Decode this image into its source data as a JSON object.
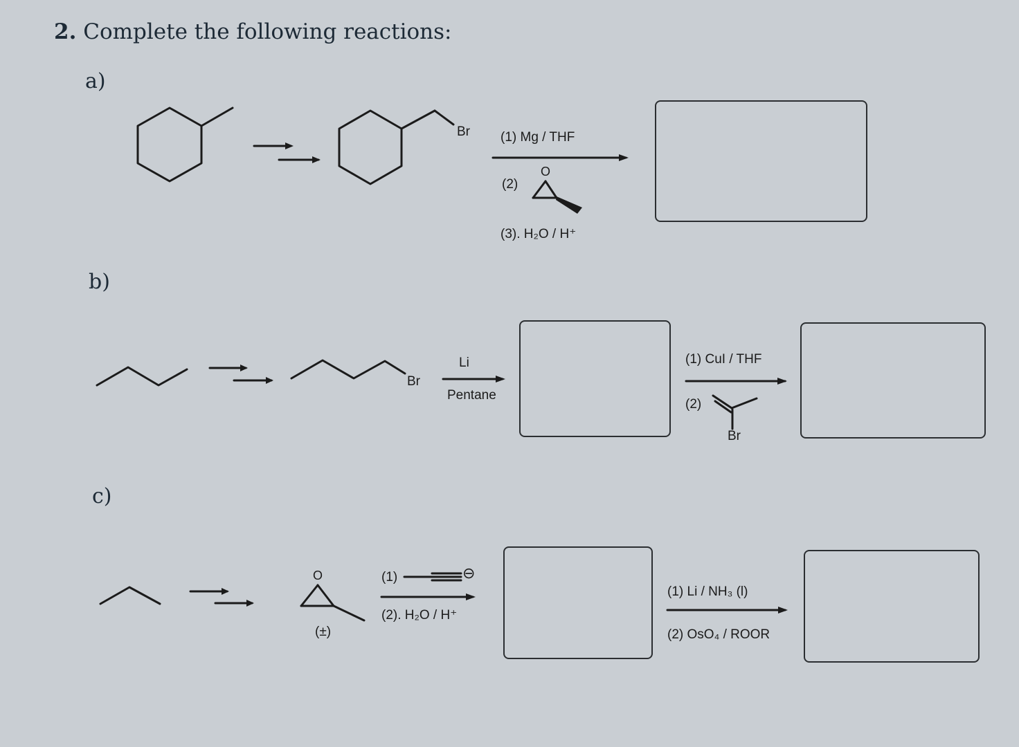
{
  "question": {
    "number": "2.",
    "title": "Complete the following reactions:"
  },
  "part_a": {
    "label": "a)",
    "product_label": "Br",
    "reagents": [
      "(1) Mg / THF",
      "(2)",
      "(3). H₂O / H⁺"
    ],
    "epoxide_atom": "O"
  },
  "part_b": {
    "label": "b)",
    "product_label": "Br",
    "reagent1_top": "Li",
    "reagent1_bottom": "Pentane",
    "reagents2": [
      "(1) CuI / THF",
      "(2)"
    ],
    "reagent2_br": "Br"
  },
  "part_c": {
    "label": "c)",
    "epoxide_atom": "O",
    "stereo_label": "(±)",
    "reagents1": [
      "(1)",
      "(2). H₂O / H⁺"
    ],
    "acetylide_charge": "⊖",
    "reagents2": [
      "(1) Li / NH₃ (l)",
      "(2) OsO₄ / ROOR"
    ]
  }
}
